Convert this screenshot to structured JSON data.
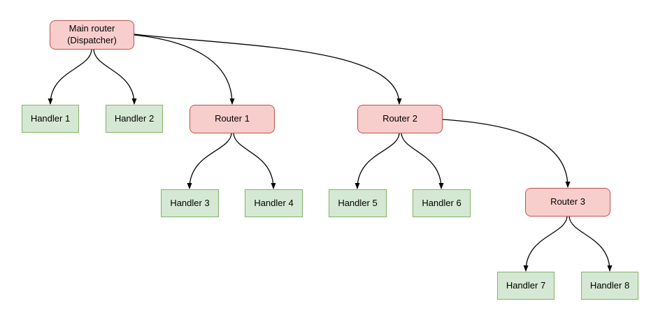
{
  "nodes": {
    "main_router": {
      "label": "Main router\n(Dispatcher)",
      "type": "router"
    },
    "handler_1": {
      "label": "Handler 1",
      "type": "handler"
    },
    "handler_2": {
      "label": "Handler 2",
      "type": "handler"
    },
    "router_1": {
      "label": "Router 1",
      "type": "router"
    },
    "router_2": {
      "label": "Router 2",
      "type": "router"
    },
    "handler_3": {
      "label": "Handler 3",
      "type": "handler"
    },
    "handler_4": {
      "label": "Handler 4",
      "type": "handler"
    },
    "handler_5": {
      "label": "Handler 5",
      "type": "handler"
    },
    "handler_6": {
      "label": "Handler 6",
      "type": "handler"
    },
    "router_3": {
      "label": "Router 3",
      "type": "router"
    },
    "handler_7": {
      "label": "Handler 7",
      "type": "handler"
    },
    "handler_8": {
      "label": "Handler 8",
      "type": "handler"
    }
  },
  "edges": [
    {
      "from": "main_router",
      "to": "handler_1"
    },
    {
      "from": "main_router",
      "to": "handler_2"
    },
    {
      "from": "main_router",
      "to": "router_1"
    },
    {
      "from": "main_router",
      "to": "router_2"
    },
    {
      "from": "router_1",
      "to": "handler_3"
    },
    {
      "from": "router_1",
      "to": "handler_4"
    },
    {
      "from": "router_2",
      "to": "handler_5"
    },
    {
      "from": "router_2",
      "to": "handler_6"
    },
    {
      "from": "router_2",
      "to": "router_3"
    },
    {
      "from": "router_3",
      "to": "handler_7"
    },
    {
      "from": "router_3",
      "to": "handler_8"
    }
  ],
  "colors": {
    "router_fill": "#f8cecc",
    "router_border": "#b85450",
    "handler_fill": "#d5e8d4",
    "handler_border": "#82b366",
    "edge": "#000000",
    "text": "#000000",
    "background": "#ffffff"
  }
}
